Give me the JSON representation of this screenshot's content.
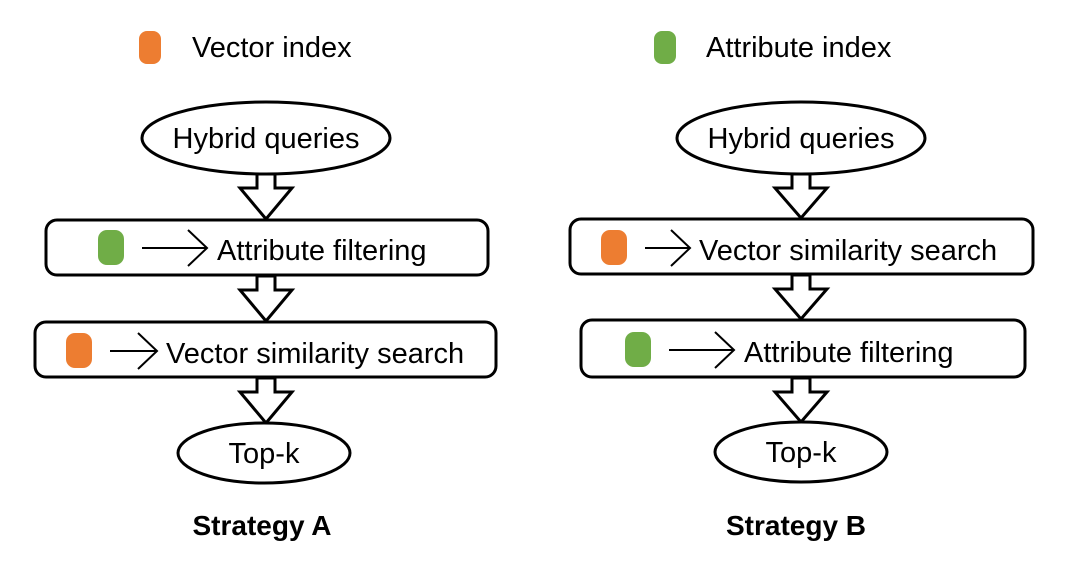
{
  "legend": {
    "vector_label": "Vector index",
    "attribute_label": "Attribute index"
  },
  "colors": {
    "vector_index": "#ED7D31",
    "attribute_index": "#70AD47"
  },
  "strategy_a": {
    "start": "Hybrid queries",
    "step1": "Attribute filtering",
    "step1_index": "attribute",
    "step2": "Vector similarity search",
    "step2_index": "vector",
    "end": "Top-k",
    "caption": "Strategy A"
  },
  "strategy_b": {
    "start": "Hybrid queries",
    "step1": "Vector similarity search",
    "step1_index": "vector",
    "step2": "Attribute filtering",
    "step2_index": "attribute",
    "end": "Top-k",
    "caption": "Strategy B"
  }
}
